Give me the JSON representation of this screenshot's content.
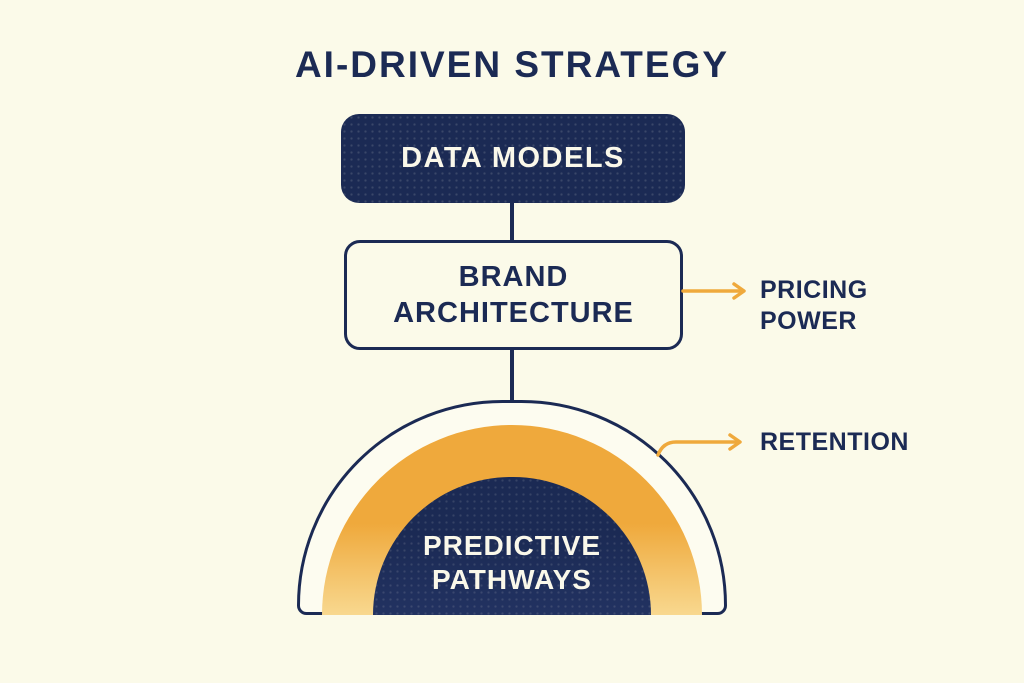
{
  "title": "AI-DRIVEN STRATEGY",
  "colors": {
    "bg": "#FBFAE9",
    "navy": "#1B2A54",
    "gold": "#EFA93C",
    "goldlight": "#F8D88F",
    "creamtext": "#FAF8EA",
    "archfill": "#FDFCF0"
  },
  "nodes": {
    "data_models": {
      "label": "DATA MODELS"
    },
    "brand_architecture": {
      "label": "BRAND ARCHITECTURE"
    },
    "predictive_pathways": {
      "label": "PREDICTIVE PATHWAYS"
    }
  },
  "callouts": {
    "pricing_power": {
      "label": "PRICING POWER"
    },
    "retention": {
      "label": "RETENTION"
    }
  }
}
